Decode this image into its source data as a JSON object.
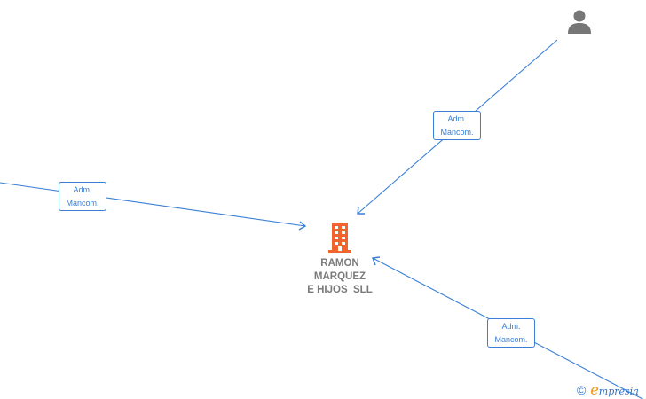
{
  "company": {
    "name_lines": [
      "RAMON",
      "MARQUEZ",
      "E HIJOS  SLL"
    ],
    "icon": "building-icon",
    "color": "#f0652e"
  },
  "person": {
    "icon": "person-icon",
    "color": "#777777"
  },
  "relations": [
    {
      "label_line1": "Adm.",
      "label_line2": "Mancom."
    },
    {
      "label_line1": "Adm.",
      "label_line2": "Mancom."
    },
    {
      "label_line1": "Adm.",
      "label_line2": "Mancom."
    }
  ],
  "watermark": {
    "copyright": "©",
    "brand_initial": "e",
    "brand_rest": "mpresia"
  },
  "colors": {
    "edge": "#3a7fd5",
    "text": "#7a7a7a"
  }
}
